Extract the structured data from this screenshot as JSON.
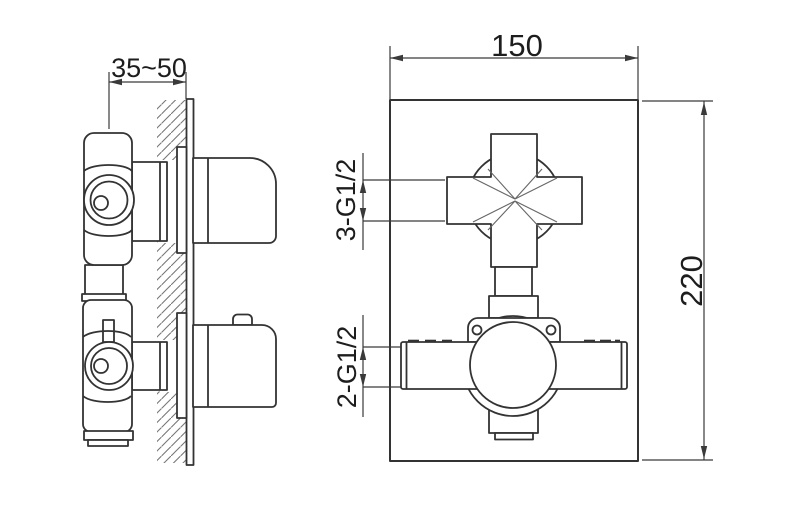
{
  "drawing": {
    "kind": "technical installation drawing",
    "subject": "concealed thermostatic shower valve, side section and front elevation"
  },
  "colors": {
    "line": "#333333",
    "dim": "#3a3a3a",
    "hatch": "#777777",
    "background": "#ffffff"
  },
  "labels": {
    "install_depth": "35~50",
    "plate_width": "150",
    "plate_height": "220",
    "top_connections": "3-G1/2",
    "bottom_connections": "2-G1/2"
  }
}
